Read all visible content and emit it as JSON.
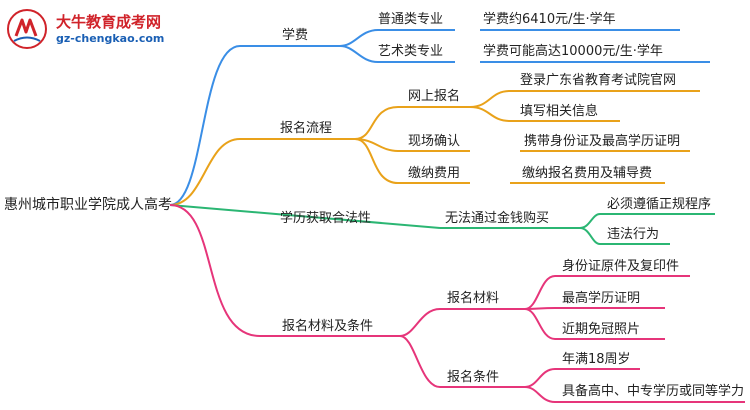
{
  "logo": {
    "title": "大牛教育成考网",
    "url": "gz-chengkao.com"
  },
  "mindmap": {
    "root": "惠州城市职业学院成人高考",
    "branches": {
      "tuition": {
        "label": "学费",
        "color": "#3a8ee6",
        "items": [
          {
            "label": "普通类专业",
            "detail": "学费约6410元/生·学年"
          },
          {
            "label": "艺术类专业",
            "detail": "学费可能高达10000元/生·学年"
          }
        ]
      },
      "process": {
        "label": "报名流程",
        "color": "#e9a21a",
        "online": {
          "label": "网上报名",
          "steps": [
            "登录广东省教育考试院官网",
            "填写相关信息"
          ]
        },
        "onsite": {
          "label": "现场确认",
          "detail": "携带身份证及最高学历证明"
        },
        "payment": {
          "label": "缴纳费用",
          "detail": "缴纳报名费用及辅导费"
        }
      },
      "legality": {
        "label": "学历获取合法性",
        "color": "#2bb673",
        "sub": {
          "label": "无法通过金钱购买",
          "items": [
            "必须遵循正规程序",
            "违法行为"
          ]
        }
      },
      "materials": {
        "label": "报名材料及条件",
        "color": "#e6357a",
        "docs": {
          "label": "报名材料",
          "items": [
            "身份证原件及复印件",
            "最高学历证明",
            "近期免冠照片"
          ]
        },
        "conditions": {
          "label": "报名条件",
          "items": [
            "年满18周岁",
            "具备高中、中专学历或同等学力"
          ]
        }
      }
    }
  }
}
